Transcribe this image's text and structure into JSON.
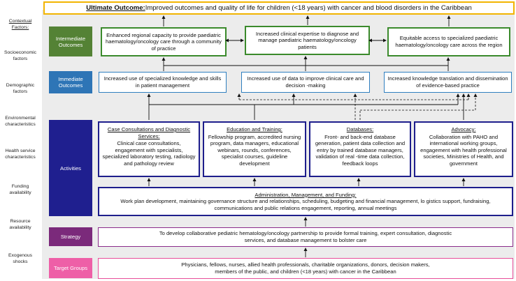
{
  "ultimate": {
    "label": "Ultimate Outcome:",
    "text": " Improved outcomes and quality of life for children (<18 years) with cancer and blood disorders in the Caribbean"
  },
  "contextual": {
    "title": "Contextual Factors:",
    "items": [
      "Socioeconomic factors",
      "Demographic factors",
      "Environmental characteristics",
      "Health service characteristics",
      "Funding availability",
      "Resource availability",
      "Exogenous shocks"
    ]
  },
  "rows": {
    "intermediate": "Intermediate Outcomes",
    "immediate": "Immediate Outcomes",
    "activities": "Activities",
    "strategy": "Strategy",
    "target": "Target Groups"
  },
  "intermediate": [
    "Enhanced regional capacity to provide paediatric haematology/oncology care through a community of practice",
    "Increased clinical expertise to diagnose and manage paediatric haematology/oncology patients",
    "Equitable access to specialized paediatric haematology/oncology care across the region"
  ],
  "immediate": [
    "Increased use of specialized knowledge and skills in patient management",
    "Increased use of data to improve clinical care and decision -making",
    "Increased knowledge translation and dissemination of evidence-based practice"
  ],
  "activities": [
    {
      "title": "Case Consultations and Diagnostic Services:",
      "body": "Clinical case consultations, engagement with specialists, specialized laboratory testing, radiology and pathology review"
    },
    {
      "title": "Education and Training:",
      "body": "Fellowship program, accredited nursing program, data managers, educational webinars, rounds, conferences, specialist courses, guideline development"
    },
    {
      "title": "Databases:",
      "body": "Front- and back-end database generation, patient data collection and entry by trained database managers, validation of real -time data collection, feedback loops"
    },
    {
      "title": "Advocacy:",
      "body": "Collaboration with PAHO and international working groups, engagement with health professional societies, Ministries of Health, and government"
    }
  ],
  "admin": {
    "title": "Administration, Management, and Funding:",
    "body": "Work plan development, maintaining governance structure and relationships, scheduling, budgeting and financial management, lo gistics support, fundraising, communications and public relations engagement, reporting, annual meetings"
  },
  "strategy_text": "To develop collaborative pediatric hematology/oncology partnership to provide formal training, expert consultation, diagnostic services, and database management to bolster care",
  "target_text": "Physicians, fellows, nurses, allied health professionals, charitable organizations, donors, decision makers, members of the public, and children (<18 years) with cancer in the Caribbean",
  "colors": {
    "ultimate_border": "#f2b400",
    "intermediate": "#548235",
    "immediate": "#2e75b6",
    "activities": "#1f1f8f",
    "strategy": "#7b2a7b",
    "target": "#ee5fa7"
  }
}
